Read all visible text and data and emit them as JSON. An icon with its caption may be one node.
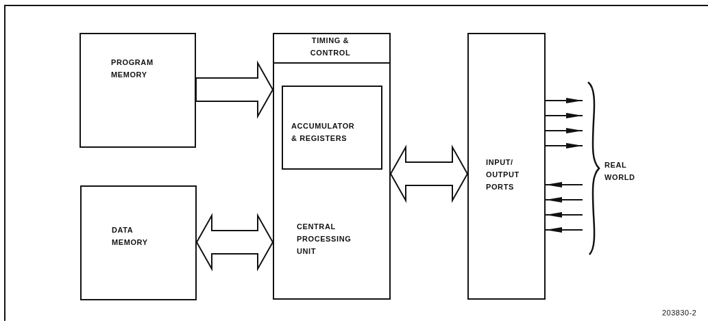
{
  "diagram": {
    "nodes": [
      {
        "text": [
          "PROGRAM MEMORY"
        ]
      },
      {
        "text": [
          "DATA MEMORY"
        ]
      },
      {
        "text": [
          "CENTRAL PROCESSING UNIT"
        ]
      },
      {
        "text": [
          "TIMING & CONTROL"
        ],
        "in": 2
      },
      {
        "text": [
          "ACCUMULATOR & REGISTERS"
        ],
        "in": 2
      },
      {
        "text": [
          "INPUT/ OUTPUT PORTS"
        ]
      },
      {
        "text": [
          "REAL WORLD"
        ]
      }
    ],
    "edges": [
      {
        "from": 0,
        "to": 2,
        "arrow": "to",
        "style": "thick"
      },
      {
        "from": 1,
        "to": 2,
        "arrow": "both",
        "style": "thick"
      },
      {
        "from": 2,
        "to": 5,
        "arrow": "both",
        "style": "thick"
      },
      {
        "from": 5,
        "to": 6,
        "arrow": "to"
      },
      {
        "from": 5,
        "to": 6,
        "arrow": "to"
      },
      {
        "from": 5,
        "to": 6,
        "arrow": "to"
      },
      {
        "from": 5,
        "to": 6,
        "arrow": "to"
      },
      {
        "from": 6,
        "to": 5,
        "arrow": "to"
      },
      {
        "from": 6,
        "to": 5,
        "arrow": "to"
      },
      {
        "from": 6,
        "to": 5,
        "arrow": "to"
      },
      {
        "from": 6,
        "to": 5,
        "arrow": "to"
      }
    ],
    "labels": [
      "203830-2"
    ]
  }
}
